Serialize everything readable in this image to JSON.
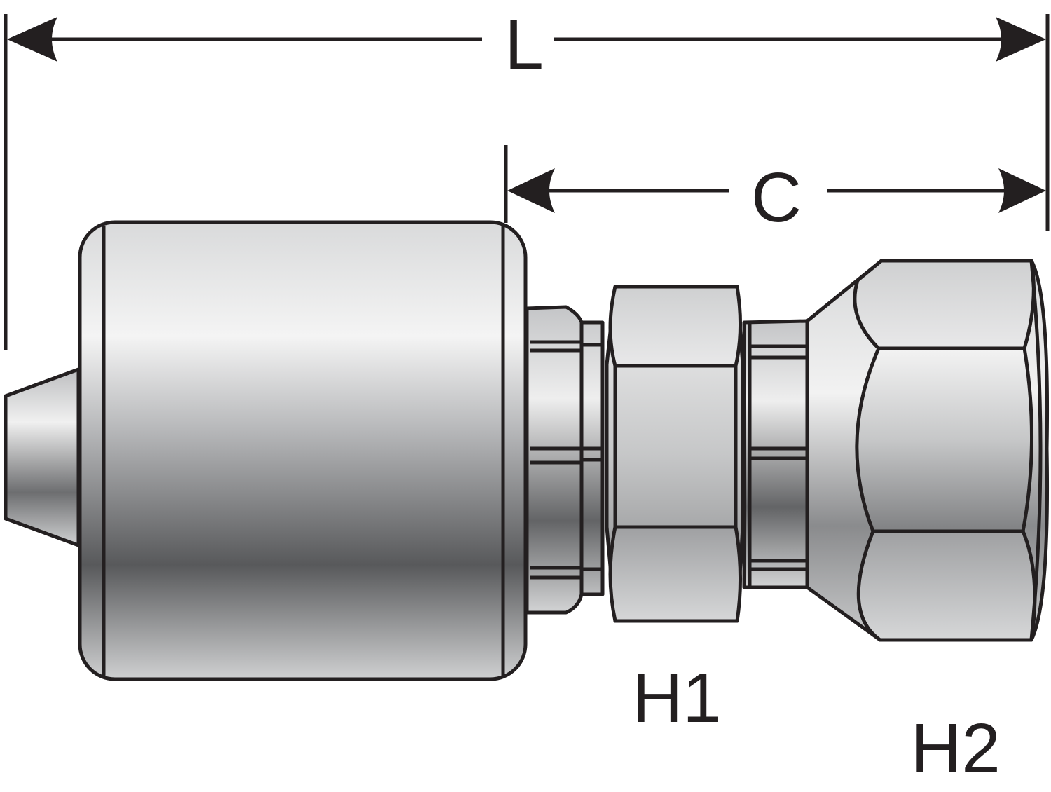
{
  "labels": {
    "length": "L",
    "cut_length": "C",
    "hex1": "H1",
    "hex2": "H2"
  },
  "colors": {
    "outline": "#231f20",
    "metal_light": "#f2f2f2",
    "metal_mid": "#a8a9ab",
    "metal_dark": "#58595b"
  }
}
